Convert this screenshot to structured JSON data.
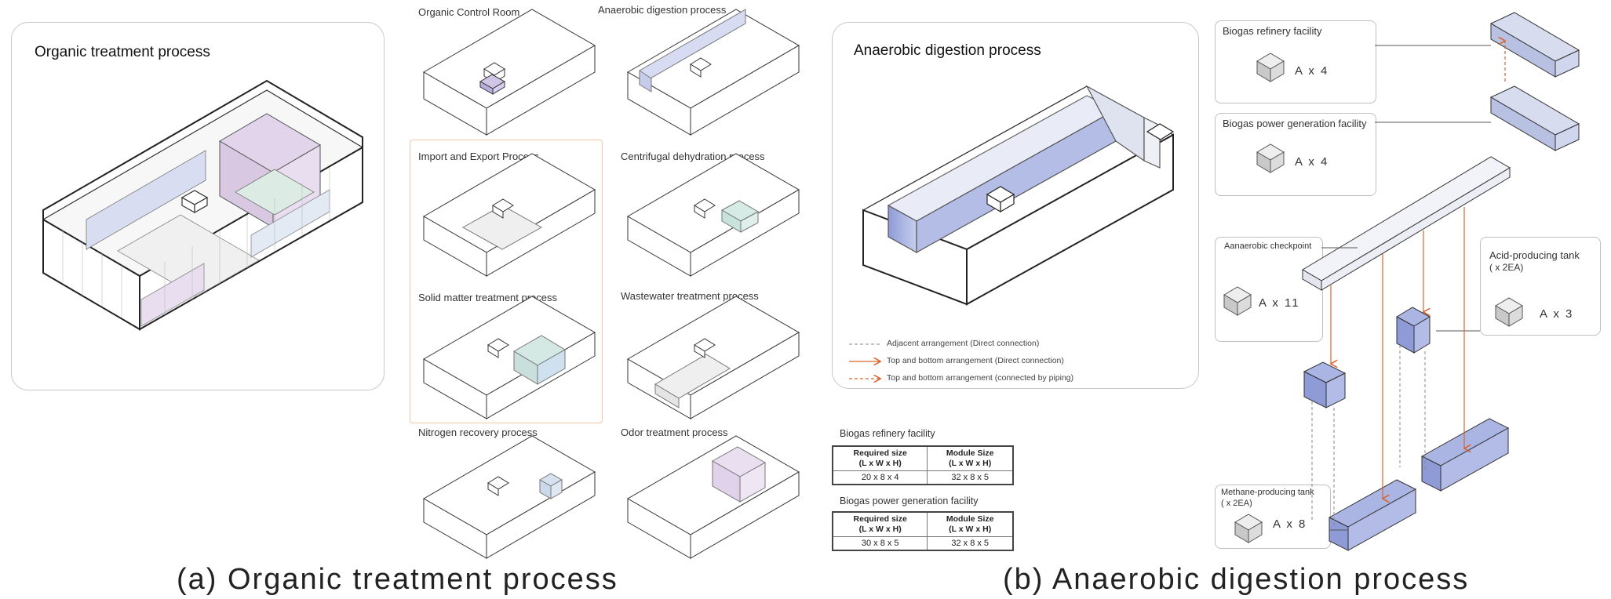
{
  "left_panel": {
    "title": "Organic treatment process"
  },
  "process_labels": {
    "control_room": "Organic Control Room",
    "anaerobic": "Anaerobic digestion process",
    "import_export": "Import and Export Process",
    "centrifugal": "Centrifugal  dehydration process",
    "solid": "Solid matter treatment process",
    "wastewater": "Wastewater treatment  process",
    "nitrogen": "Nitrogen recovery process",
    "odor": "Odor treatment process"
  },
  "right_panel": {
    "title": "Anaerobic digestion process"
  },
  "legend": {
    "adjacent": "Adjacent arrangement (Direct connection)",
    "top_bottom_direct": "Top and bottom arrangement (Direct connection)",
    "top_bottom_piping": "Top and bottom arrangement (connected by piping)"
  },
  "tables": {
    "refinery": {
      "title": "Biogas refinery  facility",
      "header_required": "Required size",
      "header_required_unit": "(L x W x H)",
      "header_module": "Module Size",
      "header_module_unit": "(L x W x H)",
      "required": "20 x 8 x 4",
      "module": "32 x 8 x 5"
    },
    "power": {
      "title": "Biogas power generation  facility",
      "header_required": "Required size",
      "header_required_unit": "(L x W x H)",
      "header_module": "Module Size",
      "header_module_unit": "(L x W x H)",
      "required": "30 x 8 x 5",
      "module": "32 x 8 x 5"
    }
  },
  "modules": {
    "refinery": {
      "label": "Biogas refinery  facility",
      "qty": "A  x  4"
    },
    "power": {
      "label": "Biogas power generation  facility",
      "qty": "A  x  4"
    },
    "checkpoint": {
      "label": "Aanaerobic checkpoint",
      "qty": "A  x  11"
    },
    "acid": {
      "label": "Acid-producing  tank",
      "label2": "( x 2EA)",
      "qty": "A  x  3"
    },
    "methane": {
      "label": "Methane-producing tank",
      "label2": "( x 2EA)",
      "qty": "A  x  8"
    }
  },
  "captions": {
    "a": "(a)  Organic  treatment  process",
    "b": "(b)  Anaerobic  digestion  process"
  },
  "colors": {
    "accent_orange": "#d9632a",
    "module_blue": "#9aa8dc",
    "panel_border": "#c8c8c8"
  }
}
